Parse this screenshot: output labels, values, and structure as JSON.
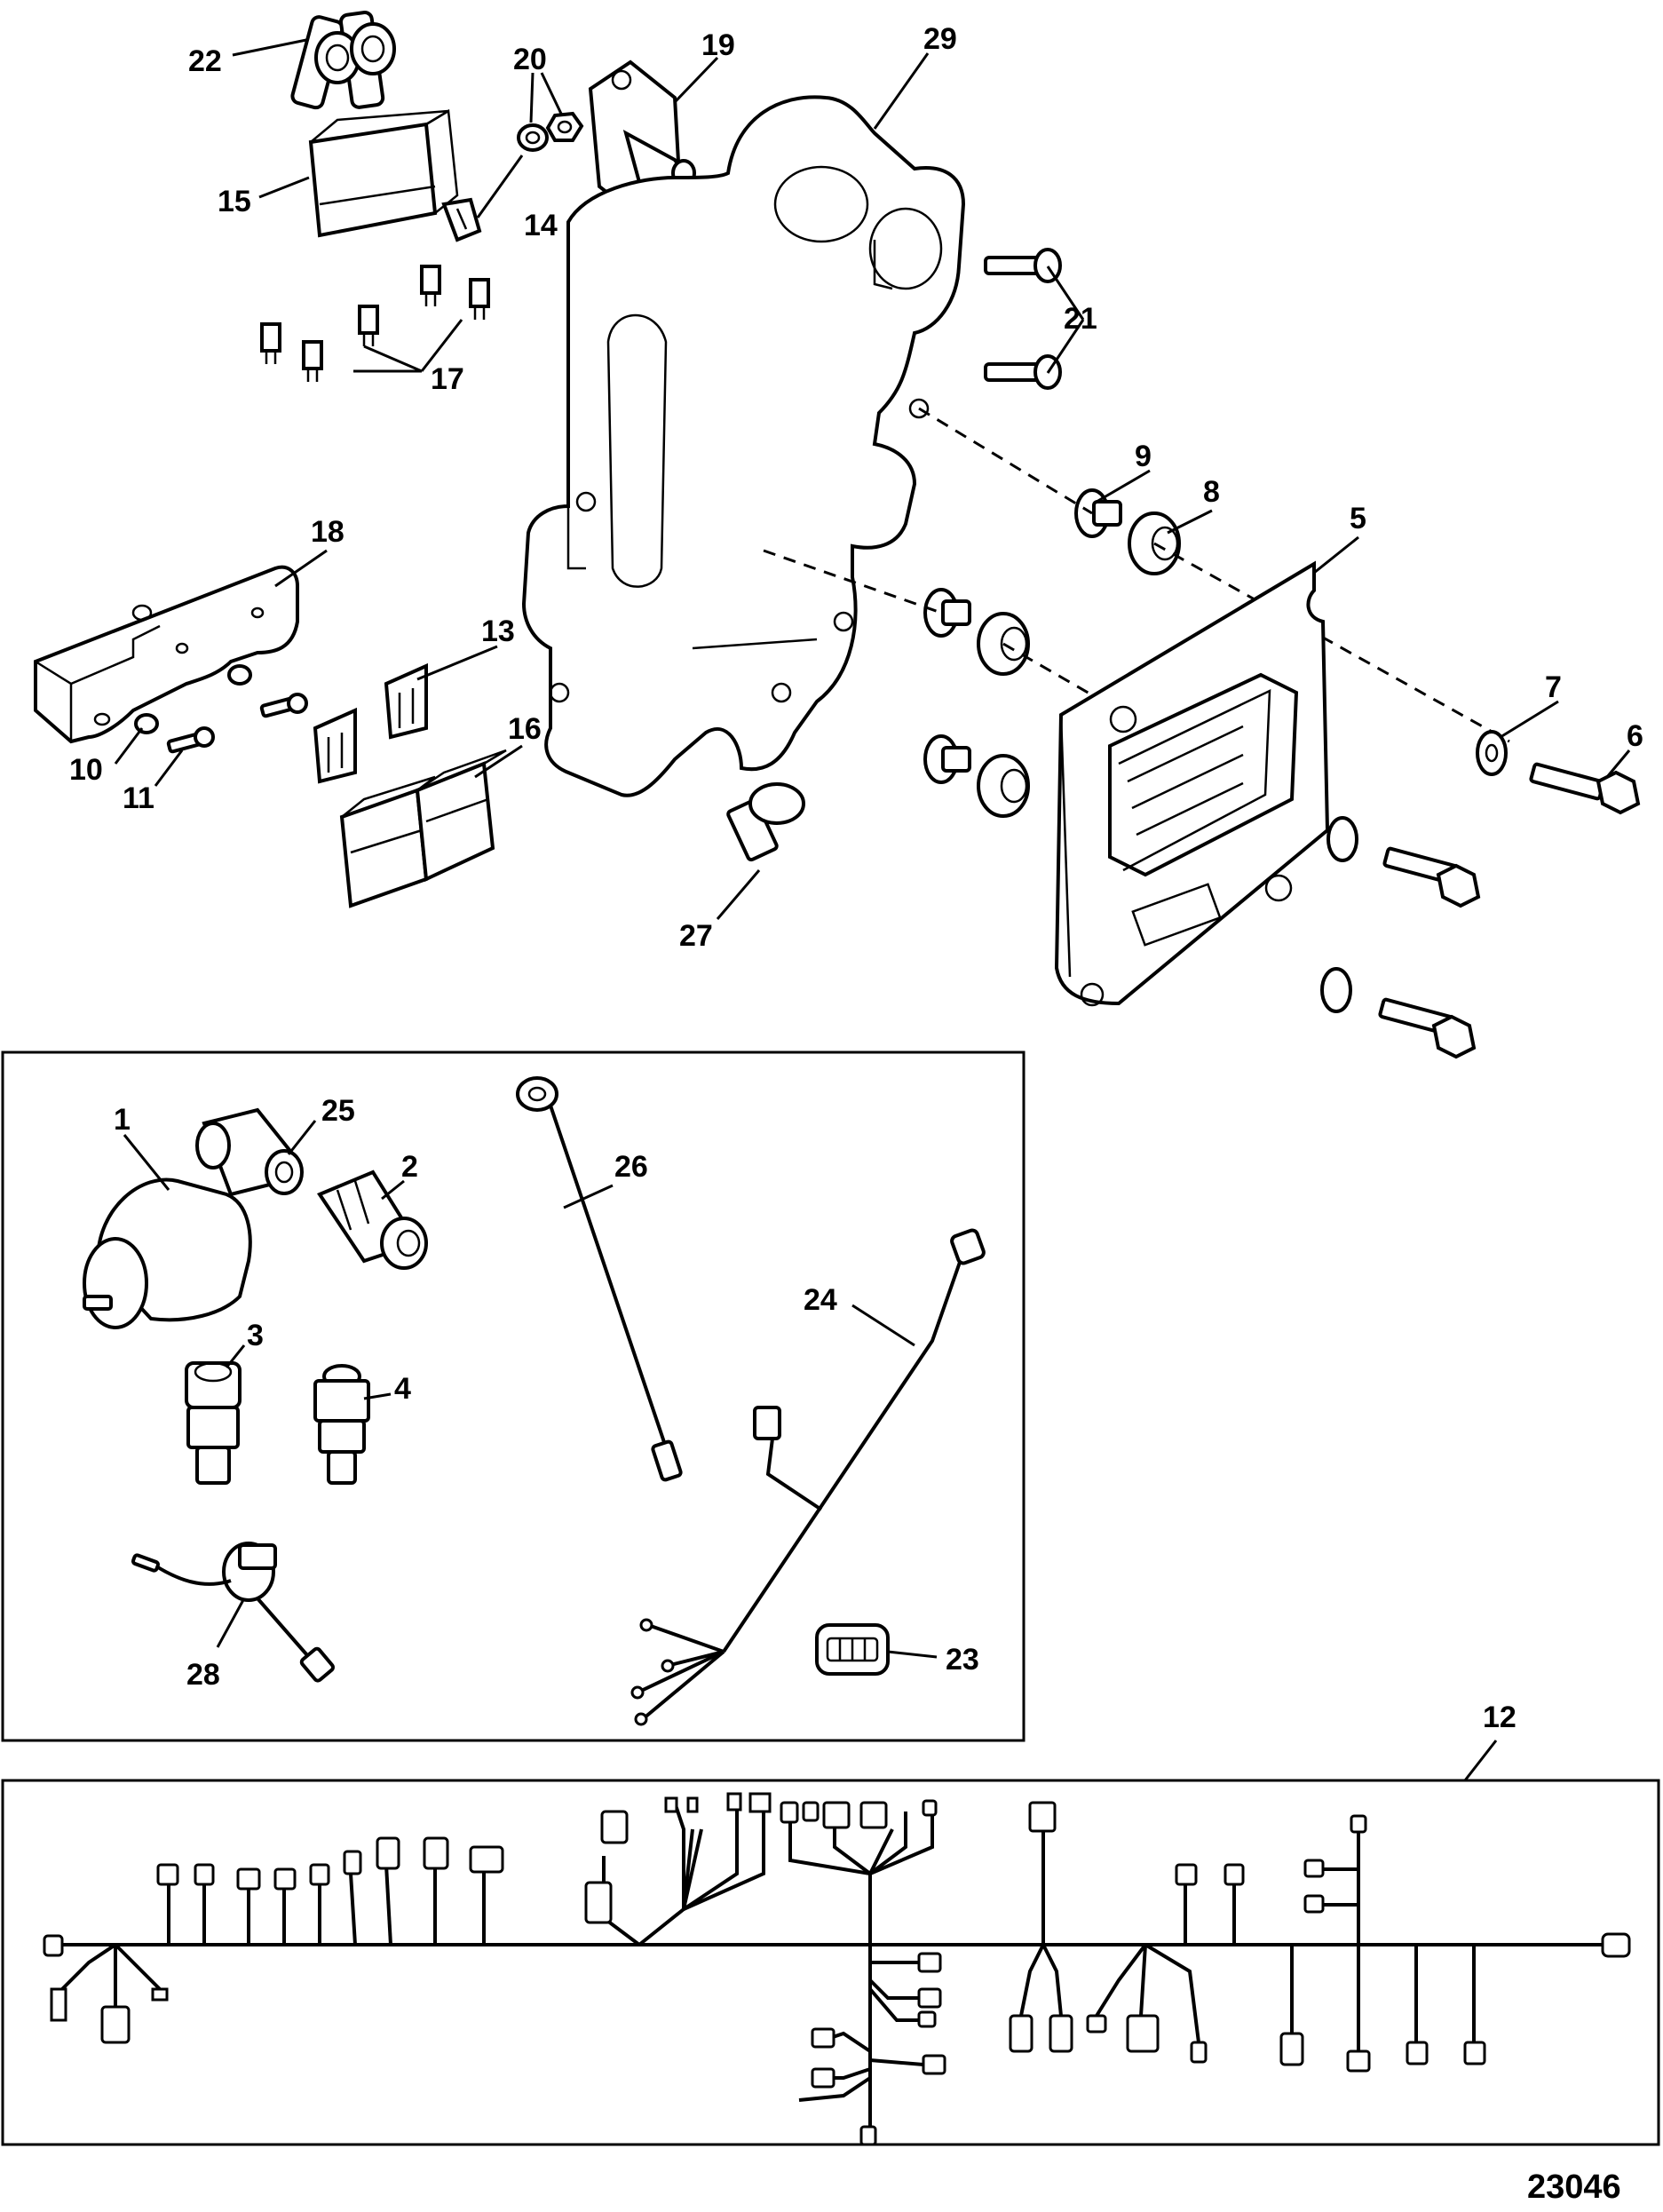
{
  "figure_number": "23046",
  "callouts": [
    {
      "id": "c1",
      "text": "1"
    },
    {
      "id": "c2",
      "text": "2"
    },
    {
      "id": "c3",
      "text": "3"
    },
    {
      "id": "c4",
      "text": "4"
    },
    {
      "id": "c5",
      "text": "5"
    },
    {
      "id": "c6",
      "text": "6"
    },
    {
      "id": "c7",
      "text": "7"
    },
    {
      "id": "c8",
      "text": "8"
    },
    {
      "id": "c9",
      "text": "9"
    },
    {
      "id": "c10",
      "text": "10"
    },
    {
      "id": "c11",
      "text": "11"
    },
    {
      "id": "c12",
      "text": "12"
    },
    {
      "id": "c13",
      "text": "13"
    },
    {
      "id": "c14",
      "text": "14"
    },
    {
      "id": "c15",
      "text": "15"
    },
    {
      "id": "c16",
      "text": "16"
    },
    {
      "id": "c17",
      "text": "17"
    },
    {
      "id": "c18",
      "text": "18"
    },
    {
      "id": "c19",
      "text": "19"
    },
    {
      "id": "c20",
      "text": "20"
    },
    {
      "id": "c21",
      "text": "21"
    },
    {
      "id": "c22",
      "text": "22"
    },
    {
      "id": "c23",
      "text": "23"
    },
    {
      "id": "c24",
      "text": "24"
    },
    {
      "id": "c25",
      "text": "25"
    },
    {
      "id": "c26",
      "text": "26"
    },
    {
      "id": "c27",
      "text": "27"
    },
    {
      "id": "c28",
      "text": "28"
    },
    {
      "id": "c29",
      "text": "29"
    }
  ]
}
